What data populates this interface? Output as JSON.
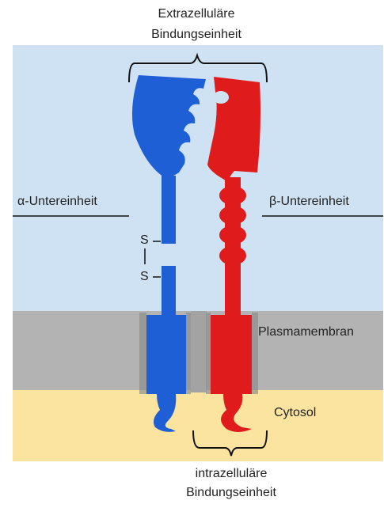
{
  "labels": {
    "extracellular_line1": "Extrazelluläre",
    "extracellular_line2": "Bindungseinheit",
    "alpha": "α-Untereinheit",
    "beta": "β-Untereinheit",
    "sulfur_top": "S",
    "sulfur_bottom": "S",
    "membrane": "Plasmamembran",
    "cytosol": "Cytosol",
    "intracellular_line1": "intrazelluläre",
    "intracellular_line2": "Bindungseinheit"
  },
  "colors": {
    "extracellular": "#cfe2f3",
    "membrane": "#b3b3b3",
    "membrane_dark": "#8f8f8f",
    "cytosol": "#fbe4a0",
    "alpha_subunit": "#1f5fd6",
    "beta_subunit": "#e01b1b"
  }
}
